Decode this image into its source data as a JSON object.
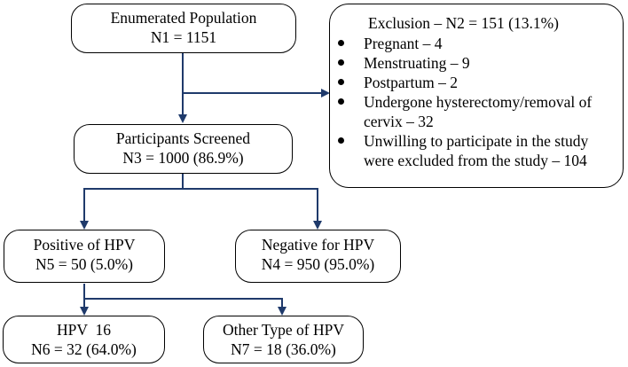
{
  "nodes": {
    "enumerated": {
      "label": "Enumerated Population",
      "value": "N1 = 1151"
    },
    "screened": {
      "label": "Participants Screened",
      "value": "N3 = 1000 (86.9%)"
    },
    "positive": {
      "label": "Positive of HPV",
      "value": "N5 = 50 (5.0%)"
    },
    "negative": {
      "label": "Negative for HPV",
      "value": "N4 = 950 (95.0%)"
    },
    "hpv16": {
      "label": "HPV  16",
      "value": "N6 = 32 (64.0%)"
    },
    "other": {
      "label": "Other Type of HPV",
      "value": "N7 = 18 (36.0%)"
    }
  },
  "exclusion": {
    "title": "Exclusion  – N2 = 151 (13.1%)",
    "items": [
      [
        "Pregnant – 4"
      ],
      [
        "Menstruating – 9"
      ],
      [
        "Postpartum – 2"
      ],
      [
        "Undergone hysterectomy/removal of",
        "cervix – 32"
      ],
      [
        "Unwilling to participate in the study",
        "were excluded from the study – 104"
      ]
    ]
  },
  "colors": {
    "connector": "#1f3a6b",
    "border": "#000000"
  }
}
